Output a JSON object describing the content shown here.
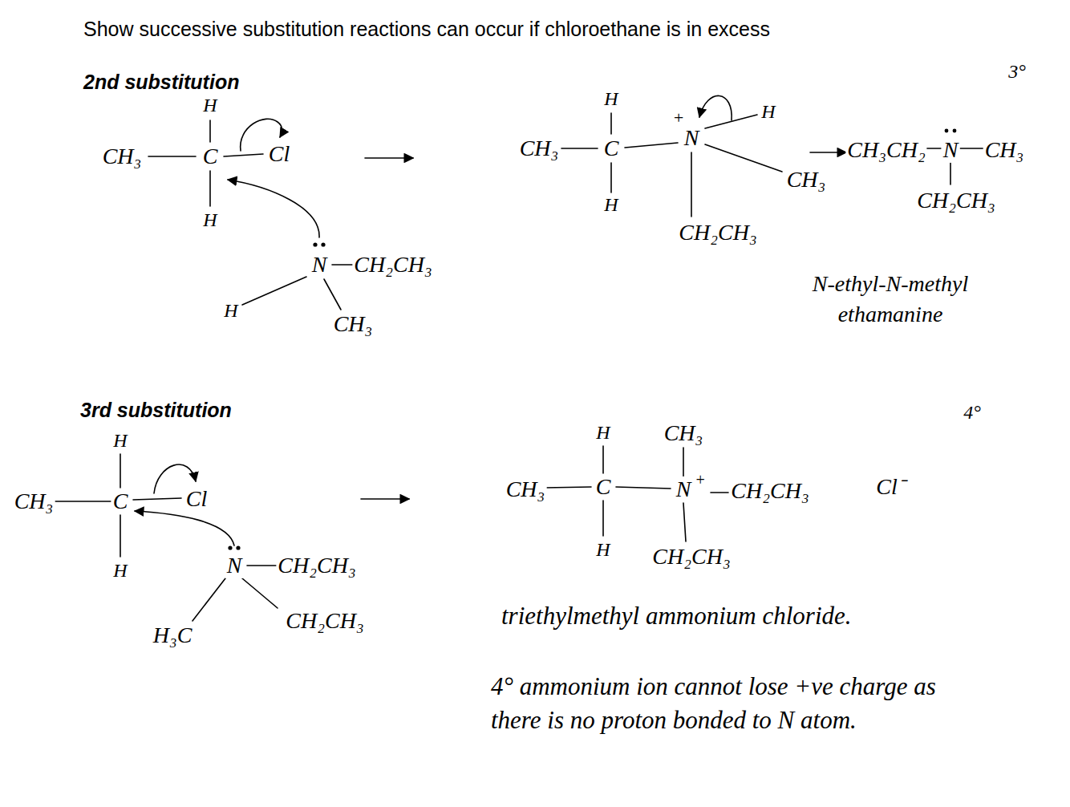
{
  "diagram": {
    "title": "Show successive substitution reactions can occur if chloroethane is in excess",
    "labels": [
      "2nd substitution",
      "H",
      "CH₃",
      "C",
      "Cl",
      "H",
      "N",
      "CH₂CH₃",
      "H",
      "CH₃",
      "H",
      "+",
      "H",
      "CH₃",
      "C",
      "N",
      "CH₃",
      "H",
      "CH₂CH₃",
      "3°",
      "CH₃CH₂",
      "N",
      "CH₃",
      "CH₂CH₃",
      "N-ethyl-N-methyl ethamanine",
      "3rd substitution",
      "H",
      "CH₃",
      "C",
      "Cl",
      "H",
      "N",
      "CH₂CH₃",
      "CH₂CH₃",
      "H₃C",
      "H",
      "CH₃",
      "4°",
      "CH₃",
      "C",
      "N",
      "+",
      "CH₂CH₃",
      "Cl⁻",
      "H",
      "CH₂CH₃",
      "triethylmethyl ammonium chloride.",
      "4° ammonium ion cannot lose +ve charge as there is no proton bonded to N atom."
    ]
  }
}
